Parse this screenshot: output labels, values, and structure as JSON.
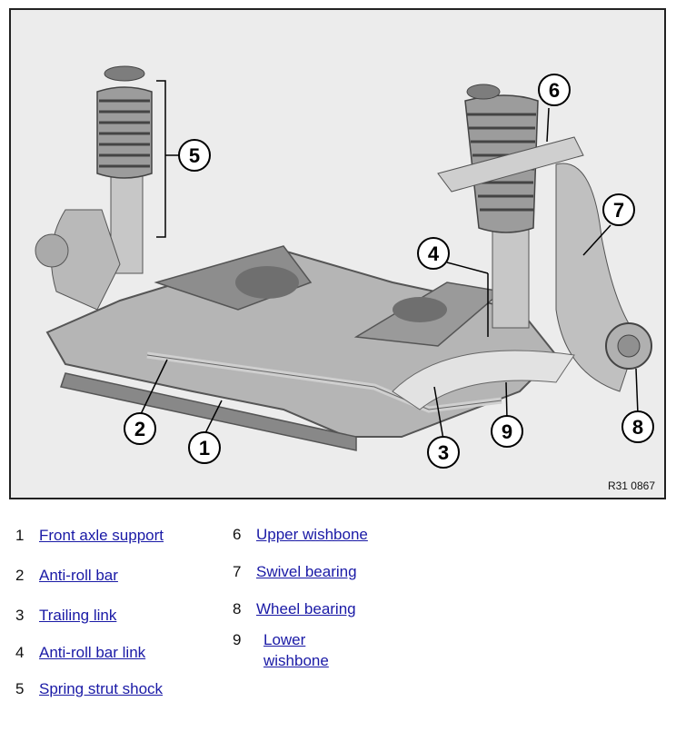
{
  "figure": {
    "code": "R31 0867",
    "callouts": [
      "1",
      "2",
      "3",
      "4",
      "5",
      "6",
      "7",
      "8",
      "9"
    ]
  },
  "legend": [
    {
      "num": "1",
      "label": "Front axle support"
    },
    {
      "num": "2",
      "label": "Anti-roll bar"
    },
    {
      "num": "3",
      "label": "Trailing link"
    },
    {
      "num": "4",
      "label": "Anti-roll bar link"
    },
    {
      "num": "5",
      "label": "Spring strut shock"
    },
    {
      "num": "6",
      "label": "Upper wishbone"
    },
    {
      "num": "7",
      "label": "Swivel bearing"
    },
    {
      "num": "8",
      "label": "Wheel bearing"
    },
    {
      "num": "9",
      "label": "Lower wishbone"
    }
  ]
}
